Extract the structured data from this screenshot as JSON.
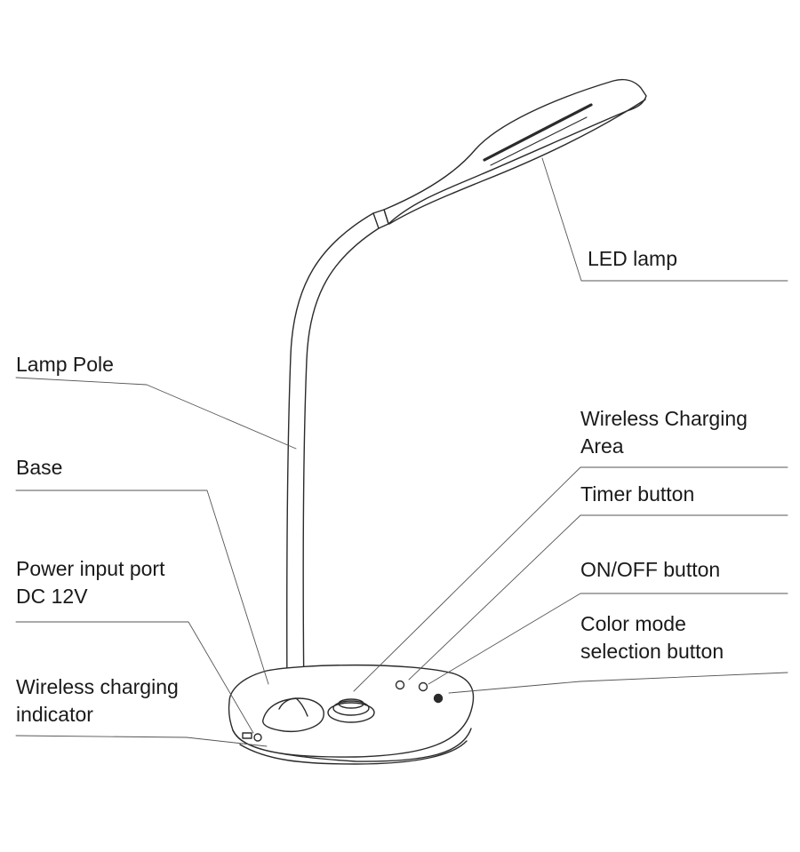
{
  "labels": {
    "led_lamp": "LED lamp",
    "lamp_pole": "Lamp Pole",
    "base": "Base",
    "power_port_line1": "Power input port",
    "power_port_line2": "DC 12V",
    "wireless_indicator_line1": "Wireless charging",
    "wireless_indicator_line2": "indicator",
    "wireless_area_line1": "Wireless Charging",
    "wireless_area_line2": "Area",
    "timer_button": "Timer button",
    "onoff_button": "ON/OFF button",
    "color_mode_line1": "Color mode",
    "color_mode_line2": "selection button"
  },
  "colors": {
    "line": "#2b2b2b",
    "leader": "#555555",
    "text": "#1a1a1a"
  }
}
